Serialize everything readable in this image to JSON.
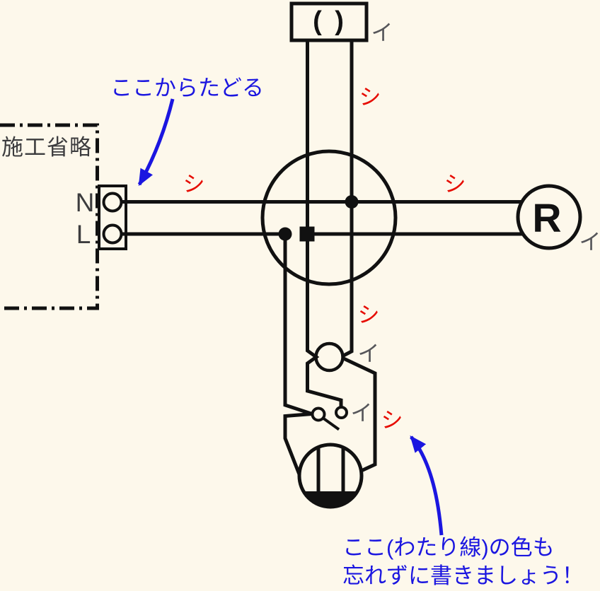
{
  "colors": {
    "background": "#FDF8EB",
    "line_black": "#111111",
    "text_gray": "#3C3C3E",
    "circuit_label_gray": "#56565A",
    "wire_label_red": "#E60B00",
    "annotation_blue": "#1B16E0"
  },
  "power_source": {
    "caption": "施工省略",
    "terminals": {
      "neutral": "N",
      "live": "L"
    }
  },
  "devices": {
    "ceiling_light": {
      "symbol": "( )",
      "circuit": "イ"
    },
    "receptacle": {
      "symbol": "R",
      "circuit": "イ"
    },
    "pilot_lamp": {
      "circuit": "イ"
    },
    "switch": {
      "circuit": "イ"
    }
  },
  "wire_color_labels": {
    "white_abbrev": "シ"
  },
  "annotations": {
    "trace_start": "ここからたどる",
    "jumper_note": {
      "line1": "ここ(わたり線)の色も",
      "line2": "忘れずに書きましょう！"
    }
  }
}
